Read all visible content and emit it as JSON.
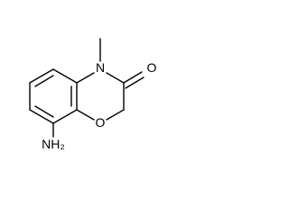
{
  "molecule": {
    "atoms": {
      "n_methyl": "N",
      "methyl_label": "",
      "carbonyl_o": "O",
      "ring_o": "O",
      "amine": "NH₂"
    }
  }
}
